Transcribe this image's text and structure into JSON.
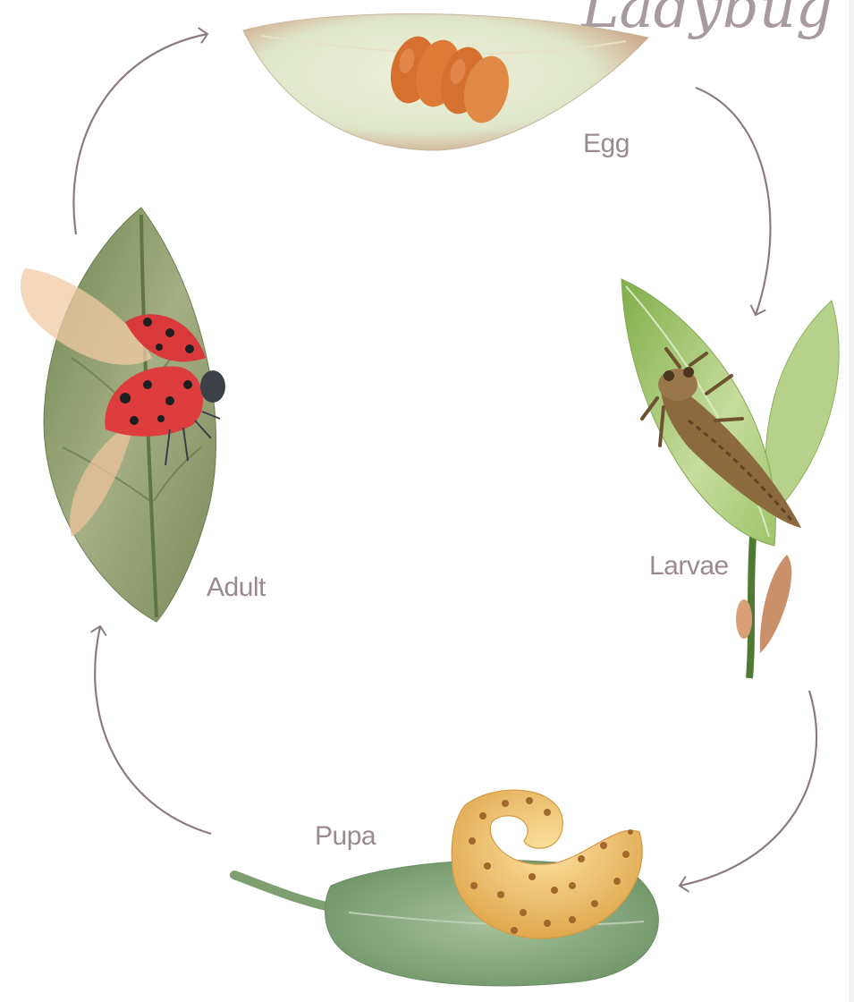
{
  "title_script": "Ladybug",
  "stages": {
    "egg": "Egg",
    "larvae": "Larvae",
    "pupa": "Pupa",
    "adult": "Adult"
  },
  "colors": {
    "arrow": "#8c7b7e",
    "label": "#9a8a8c",
    "egg_leaf": "#dfe6c8",
    "egg": "#d9763a",
    "larva_leaf": "#b9d08c",
    "larva": "#8a6a3c",
    "pupa_leaf": "#8aa883",
    "pupa": "#e8b860",
    "adult_leaf": "#8b9a6a",
    "ladybug": "#d9393b"
  }
}
